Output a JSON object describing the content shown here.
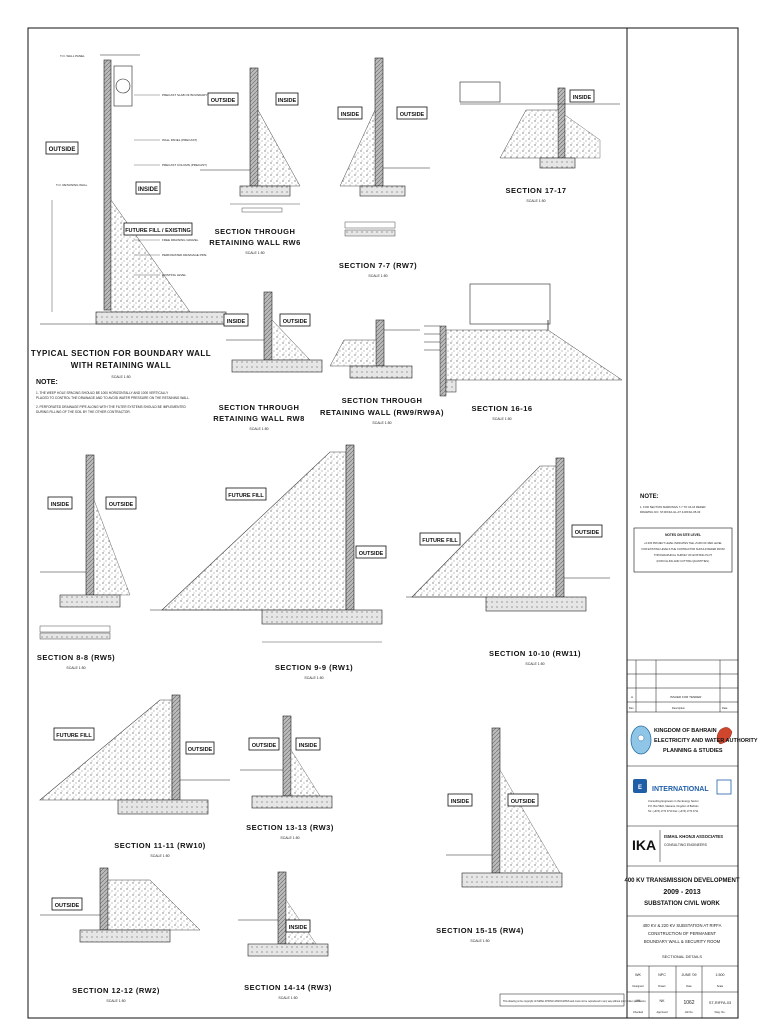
{
  "sheet": {
    "inside_label": "INSIDE",
    "outside_label": "OUTSIDE",
    "future_fill_label": "FUTURE FILL",
    "future_fill_existing_label": "FUTURE FILL / EXISTING",
    "scale_label": "SCALE 1:50",
    "sections": [
      {
        "id": "typical",
        "title": "TYPICAL SECTION FOR BOUNDARY WALL",
        "title2": "WITH RETAINING WALL"
      },
      {
        "id": "rw6",
        "title": "SECTION THROUGH",
        "title2": "RETAINING WALL RW6"
      },
      {
        "id": "s77",
        "title": "SECTION 7-7 (RW7)"
      },
      {
        "id": "s1717",
        "title": "SECTION 17-17"
      },
      {
        "id": "rw8",
        "title": "SECTION THROUGH",
        "title2": "RETAINING WALL RW8"
      },
      {
        "id": "rw9",
        "title": "SECTION THROUGH",
        "title2": "RETAINING WALL (RW9/RW9A)"
      },
      {
        "id": "s1616",
        "title": "SECTION 16-16"
      },
      {
        "id": "s88",
        "title": "SECTION 8-8 (RW5)"
      },
      {
        "id": "s99",
        "title": "SECTION 9-9 (RW1)"
      },
      {
        "id": "s1010",
        "title": "SECTION 10-10 (RW11)"
      },
      {
        "id": "s1111",
        "title": "SECTION 11-11 (RW10)"
      },
      {
        "id": "s1313",
        "title": "SECTION 13-13 (RW3)"
      },
      {
        "id": "s1515",
        "title": "SECTION 15-15 (RW4)"
      },
      {
        "id": "s1212",
        "title": "SECTION 12-12 (RW2)"
      },
      {
        "id": "s1414",
        "title": "SECTION 14-14 (RW3)"
      }
    ],
    "note": {
      "heading": "NOTE:",
      "lines": [
        "1. THE WEEP HOLE SPACING SHOULD BE 1000 HORIZONTALLY AND 1000 VERTICALLY",
        "   PLACED TO CONTROL THE DRAINAGE AND TO AVOID WATER PRESSURE ON THE RETAINING WALL.",
        "2. PERFORATED DRAINAGE PIPE ALONG WITH THE FILTER SYSTEMS SHOULD BE IMPLEMENTED",
        "   DURING FILLING OF THE SOIL BY THE OTHER CONTRACTOR."
      ]
    }
  },
  "title_block": {
    "note_heading": "NOTE:",
    "note_lines": [
      "1. FOR SECTION MARKINGS 7-7 TO 16-16 REFER",
      "DRAWING NO. ST-RIFFA-GL-07 & RIFFA-05-03"
    ],
    "site_level_heading": "NOTES ON SITE LEVEL",
    "site_level_lines": [
      "+0.000 PROJECT LEVEL INDICATES THE +5.000 OF RED LEVEL",
      "FOR EXISTING LEVELS THE CONTRACTOR SHOULD REFER FROM",
      "TOPOGRAPHICAL SURVEY OF EXISTING PLOT",
      "(FOR FILLING AND CUTTING QUANTITIES)."
    ],
    "rev_row": [
      "A",
      "ISSUED FOR TENDER"
    ],
    "rev_headers": [
      "Rev",
      "Description",
      "Date"
    ],
    "client_line1": "KINGDOM OF BAHRAIN",
    "client_line2": "ELECTRICITY AND WATER AUTHORITY",
    "client_line3": "PLANNING & STUDIES",
    "consultant_name": "INTERNATIONAL",
    "consultant_sub": "Consulting Engineers in the Energy Sector",
    "consultant_addr1": "P.O. Box 5622, Manama, Kingdom of Bahrain",
    "consultant_addr2": "Tel: (+973) 1770 3710  Fax: (+973) 1770 3711",
    "associate_logo": "IKA",
    "associate_name": "ISMAIL KHONJI ASSOCIATES",
    "associate_sub": "CONSULTING ENGINEERS",
    "project_line1": "400 KV TRANSMISSION DEVELOPMENT",
    "project_line2": "2009 - 2013",
    "project_line3": "SUBSTATION CIVIL WORK",
    "drawing_line1": "400 KV & 220 KV SUBSTATION AT RIFFA",
    "drawing_line2": "CONSTRUCTION OF PERMANENT",
    "drawing_line3": "BOUNDARY WALL & SECURITY ROOM",
    "drawing_line4": "SECTIONAL DETAILS",
    "footer_cells": [
      "WK",
      "NPC",
      "JUNE '09",
      "1:500",
      "HK",
      "NK",
      "1062",
      "ST-RIFFA-03"
    ],
    "footer_labels": [
      "Designed",
      "Drawn",
      "Date",
      "Scale",
      "Checked",
      "Approved",
      "Job No.",
      "Dwg. No."
    ],
    "copyright": "This drawing is the copyright of ISMAIL KHONJI ASSOCIATES and must not be reproduced in any way without prior written permission."
  }
}
